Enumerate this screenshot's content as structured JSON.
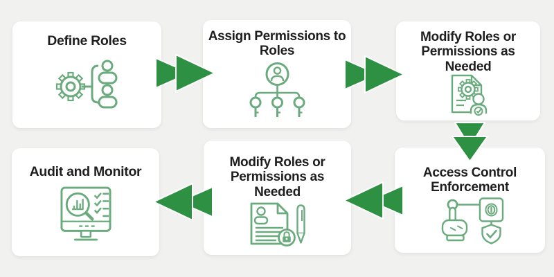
{
  "theme": {
    "bg": "#f1f1f0",
    "card": "#ffffff",
    "arrow": "#2d9043",
    "icon": "#6aab7d",
    "text": "#1e1e1e"
  },
  "steps": [
    {
      "label": "Define Roles",
      "icon": "gear-role-hierarchy-icon"
    },
    {
      "label": "Assign Permissions to Roles",
      "icon": "role-keys-icon"
    },
    {
      "label": "Modify Roles or Permissions as Needed",
      "icon": "document-gear-check-icon"
    },
    {
      "label": "Access Control Enforcement",
      "icon": "hand-fingerprint-shield-icon"
    },
    {
      "label": "Modify Roles or Permissions as Needed",
      "icon": "document-lock-pen-icon"
    },
    {
      "label": "Audit and Monitor",
      "icon": "monitor-audit-checklist-icon"
    }
  ],
  "arrows": [
    {
      "from": "Define Roles",
      "to": "Assign Permissions to Roles",
      "direction": "right"
    },
    {
      "from": "Assign Permissions to Roles",
      "to": "Modify Roles or Permissions as Needed",
      "direction": "right"
    },
    {
      "from": "Modify Roles or Permissions as Needed",
      "to": "Access Control Enforcement",
      "direction": "down"
    },
    {
      "from": "Access Control Enforcement",
      "to": "Modify Roles or Permissions as Needed",
      "direction": "left"
    },
    {
      "from": "Modify Roles or Permissions as Needed",
      "to": "Audit and Monitor",
      "direction": "left"
    }
  ]
}
